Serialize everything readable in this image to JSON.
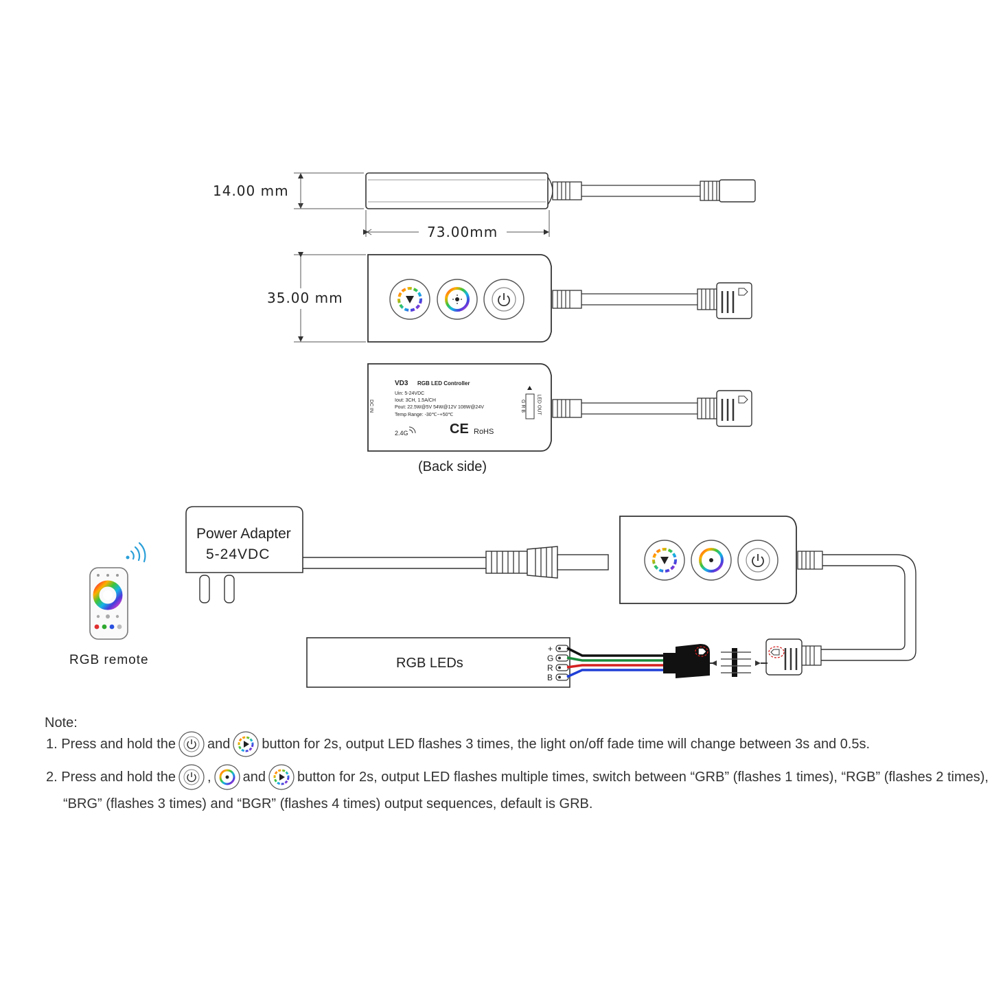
{
  "dimensions": {
    "height": "14.00 mm",
    "length": "73.00mm",
    "width": "35.00 mm"
  },
  "back_label": {
    "model": "VD3",
    "product": "RGB LED Controller",
    "uin": "Uin: 5-24VDC",
    "iout": "Iout: 3CH, 1.5A/CH",
    "pout": "Pout: 22.5W@5V  54W@12V  108W@24V",
    "temp": "Temp Range: -30℃~+50℃",
    "dc_in": "DC IN",
    "led_out": "LED OUT",
    "grb": "G R B",
    "wireless": "2.4G",
    "ce": "CE",
    "rohs": "RoHS"
  },
  "captions": {
    "back_side": "(Back side)",
    "power_adapter_line1": "Power Adapter",
    "power_adapter_line2": "5-24VDC",
    "rgb_remote": "RGB remote",
    "rgb_leds": "RGB LEDs"
  },
  "led_pins": [
    "+",
    "G",
    "R",
    "B"
  ],
  "wire_colors": {
    "black": "#111111",
    "green": "#1a8a3a",
    "red": "#d42020",
    "blue": "#1f3fd6"
  },
  "notes": {
    "heading": "Note:",
    "n1_prefix": "1. Press and hold the",
    "n1_and": "and",
    "n1_suffix": "button for 2s, output LED flashes 3 times,  the light on/off fade time will change between 3s and 0.5s.",
    "n2_prefix": "2. Press and hold the",
    "n2_comma": ",",
    "n2_and": "and",
    "n2_suffix": "button for 2s, output LED flashes multiple times, switch between “GRB” (flashes 1 times), “RGB” (flashes 2 times),",
    "n2_line2": "“BRG” (flashes 3 times) and “BGR”  (flashes 4 times) output sequences, default is GRB."
  },
  "icons": [
    "mode-icon",
    "brightness-icon",
    "power-icon",
    "wifi-icon",
    "color-wheel-icon"
  ]
}
